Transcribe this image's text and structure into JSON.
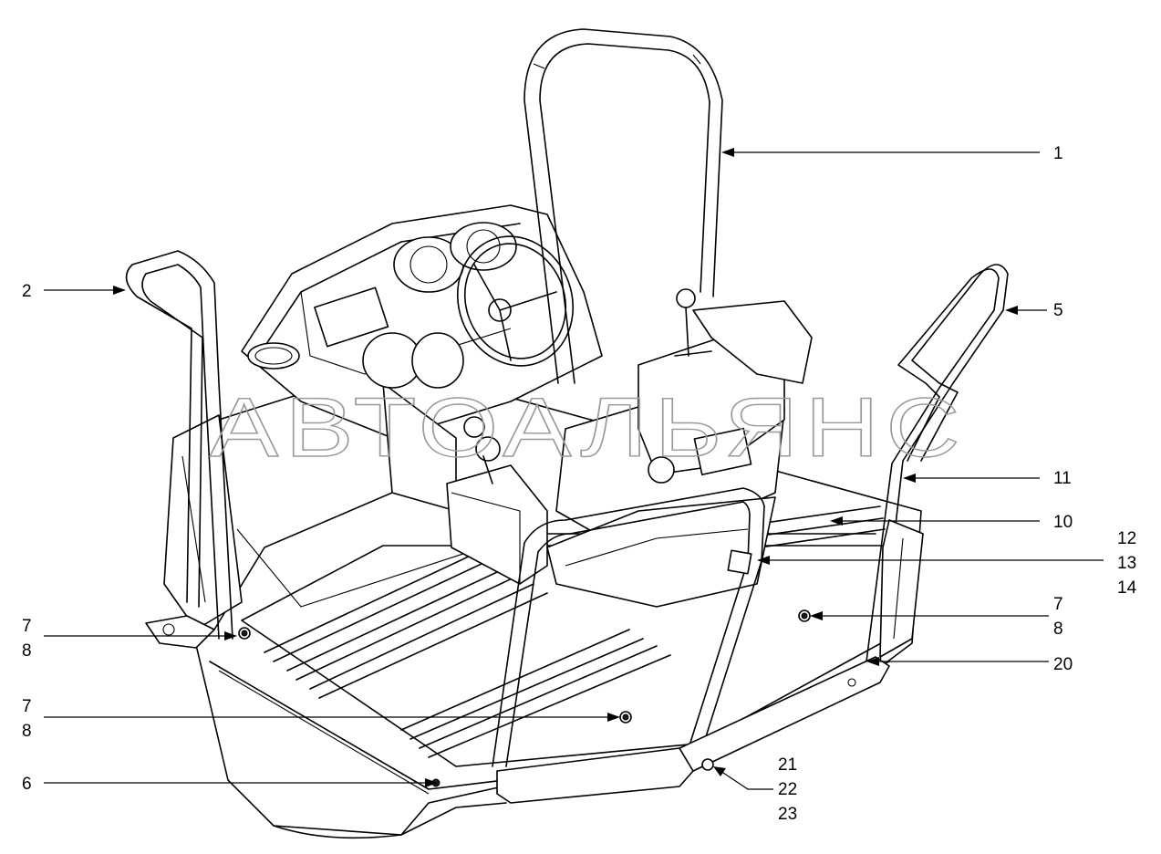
{
  "watermark": "АВТОАЛЬЯНС",
  "callouts": {
    "c1": "1",
    "c2": "2",
    "c5": "5",
    "c11": "11",
    "c10": "10",
    "c12": "12",
    "c13": "13",
    "c14": "14",
    "c7a": "7",
    "c8a": "8",
    "c20": "20",
    "c7b": "7",
    "c8b": "8",
    "c7c": "7",
    "c8c": "8",
    "c6": "6",
    "c21": "21",
    "c22": "22",
    "c23": "23"
  }
}
